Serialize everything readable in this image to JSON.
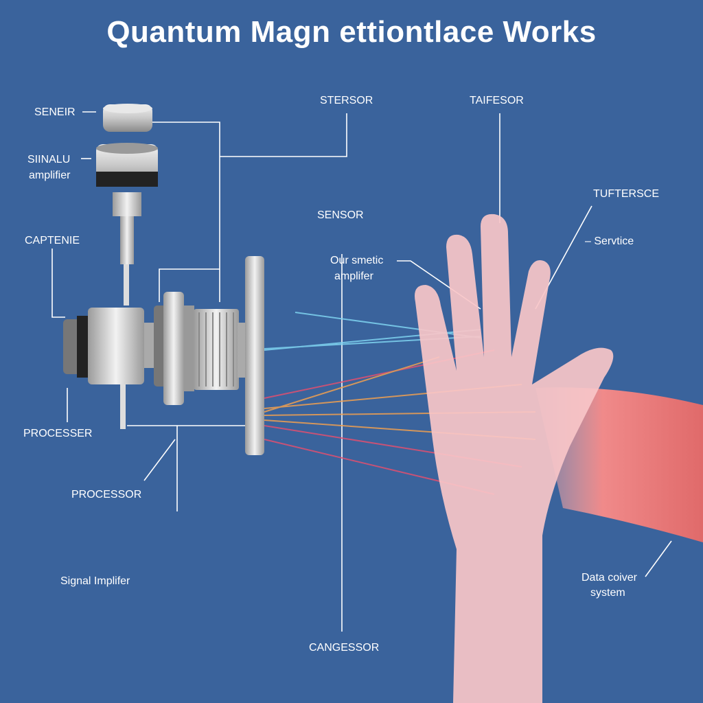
{
  "title": "Quantum Magn ettiontlace Works",
  "labels": {
    "seneir": "SENEIR",
    "siinalu": "SIINALU",
    "amplifier": "amplifier",
    "captenie": "CAPTENIE",
    "processer": "PROCESSER",
    "processor": "PROCESSOR",
    "signal_implifer": "Signal Implifer",
    "stersor": "STERSOR",
    "taifesor": "TAIFESOR",
    "sensor": "SENSOR",
    "our_smetic": "Our smetic",
    "amplifer": "amplifer",
    "tufterse": "TUFTERSCE",
    "servtice": "Servtice",
    "data_coiver": "Data coiver",
    "system": "system",
    "cangessor": "CANGESSOR"
  },
  "colors": {
    "background": "#3a639c",
    "lines": "#ffffff",
    "hand": "#f6c4c4",
    "beam_cyan": "#7fd3f0",
    "beam_orange": "#f0a050",
    "beam_red": "#e05070"
  }
}
